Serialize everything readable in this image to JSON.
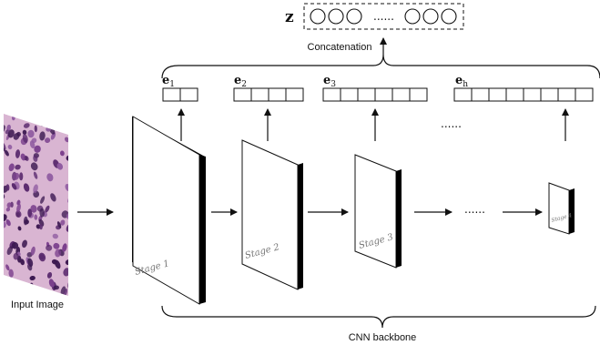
{
  "input_label": "Input Image",
  "concat_label": "Concatenation",
  "backbone_label": "CNN backbone",
  "z_label": "z",
  "z_ellipsis": "......",
  "stage_ellipsis": "......",
  "vec_ellipsis": "......",
  "stages": [
    {
      "label": "Stage 1"
    },
    {
      "label": "Stage 2"
    },
    {
      "label": "Stage 3"
    },
    {
      "label": "Stage 4"
    }
  ],
  "embeddings": [
    {
      "name": "e",
      "sub": "1",
      "cells": 2
    },
    {
      "name": "e",
      "sub": "2",
      "cells": 4
    },
    {
      "name": "e",
      "sub": "3",
      "cells": 6
    },
    {
      "name": "e",
      "sub": "h",
      "cells": 8
    }
  ],
  "colors": {
    "tissue_bg": "#cfa6c8",
    "nucleus": "#5a2a6e",
    "nucleus_dark": "#3d1a52",
    "stroke": "#111111"
  }
}
